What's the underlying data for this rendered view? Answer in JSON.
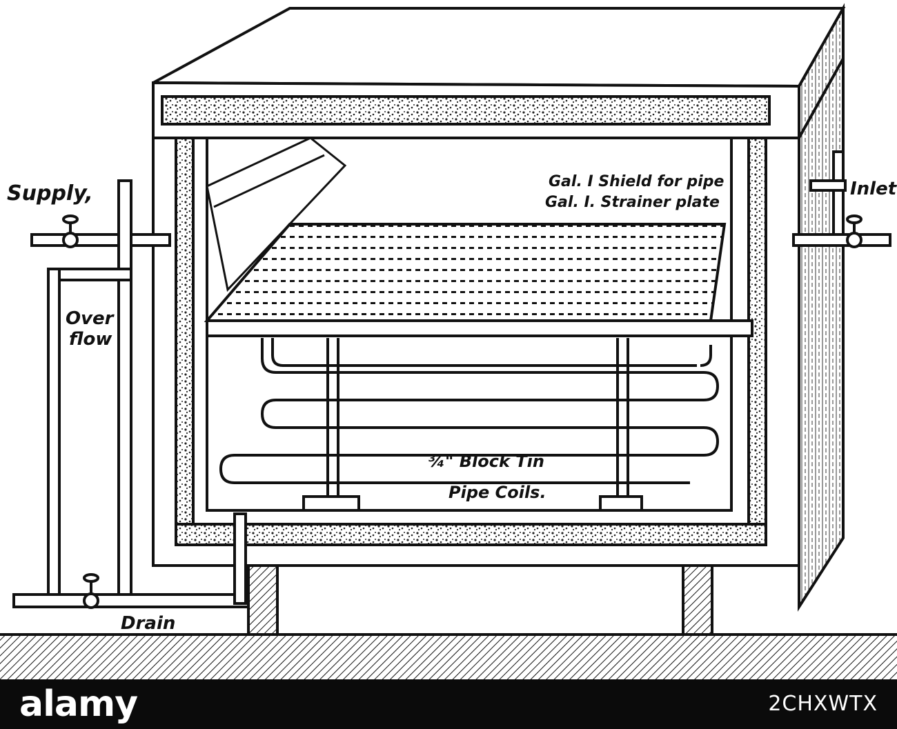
{
  "figure": {
    "labels": {
      "supply": "Supply,",
      "overflow_line1": "Over",
      "overflow_line2": "flow",
      "drain": "Drain",
      "inlet": "Inlet",
      "shield": "Gal. I Shield for pipe",
      "strainer": "Gal. I. Strainer plate",
      "block_tin": "¾\" Block Tin",
      "pipe_coils": "Pipe Coils."
    }
  },
  "banner": {
    "logo": "alamy",
    "image_id": "2CHXWTX"
  },
  "colors": {
    "ink": "#111111",
    "banner_bg": "#0b0b0b",
    "banner_text": "#ffffff"
  }
}
